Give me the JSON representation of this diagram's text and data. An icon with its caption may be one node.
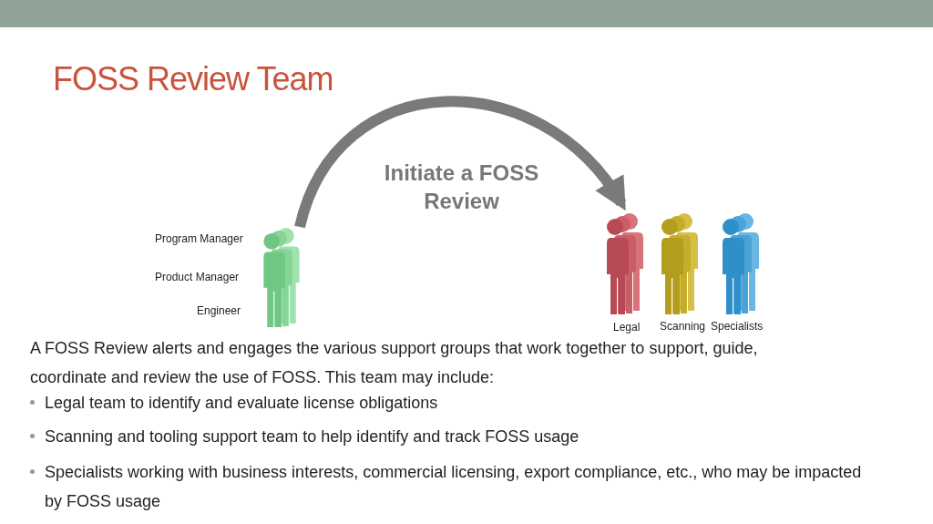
{
  "diagram": {
    "title": "FOSS Review Team",
    "nodes": [
      {
        "text": [],
        "shape": "person",
        "beside": [
          "Program Manager",
          "Product Manager",
          "Engineer"
        ]
      },
      {
        "text": [],
        "shape": "person",
        "beside": [
          "Legal"
        ]
      },
      {
        "text": [],
        "shape": "person",
        "beside": [
          "Scanning"
        ]
      },
      {
        "text": [],
        "shape": "person",
        "beside": [
          "Specialists"
        ]
      }
    ],
    "edges": [
      {
        "from": 0,
        "to": 1,
        "arrow": "to",
        "label": "Initiate a FOSS Review"
      }
    ],
    "labels": [
      "A FOSS Review alerts and engages the various support groups that work together to support, guide, coordinate and review the use of FOSS. This team may include:",
      "Legal team to identify and evaluate license obligations",
      "Scanning and tooling support team to help identify and track FOSS usage",
      "Specialists working with business interests, commercial licensing, export compliance, etc., who may be impacted by FOSS usage"
    ]
  }
}
